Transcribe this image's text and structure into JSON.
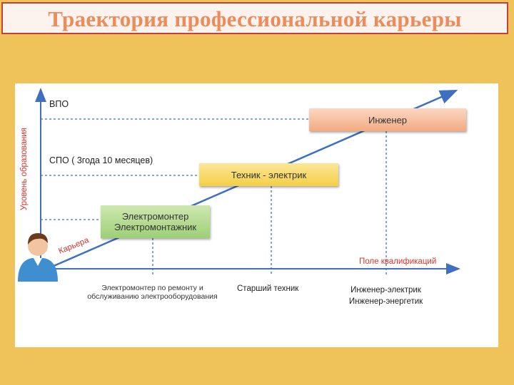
{
  "title": "Траектория профессиональной карьеры",
  "diagram": {
    "y_axis_label": "Уровень образования",
    "x_axis_label": "Поле квалификаций",
    "career_label": "Карьера",
    "levels": {
      "vpo": "ВПО",
      "spo": "СПО ( 3года 10 месяцев)"
    },
    "boxes": {
      "green_line1": "Электромонтер",
      "green_line2": "Электромонтажник",
      "yellow": "Техник - электрик",
      "peach": "Инженер"
    },
    "bottom_labels": {
      "col1_line1": "Электромонтер по ремонту и",
      "col1_line2": "обслуживанию электрооборудования",
      "col2": "Старший техник",
      "col3_line1": "Инженер-электрик",
      "col3_line2": "Инженер-энергетик"
    },
    "colors": {
      "axis": "#3e6fc0",
      "accent_red": "#d9342b",
      "box_green": "#a8d584",
      "box_yellow": "#f6d556",
      "box_peach": "#f5b48e"
    },
    "icons": [
      "person-avatar-icon"
    ]
  }
}
